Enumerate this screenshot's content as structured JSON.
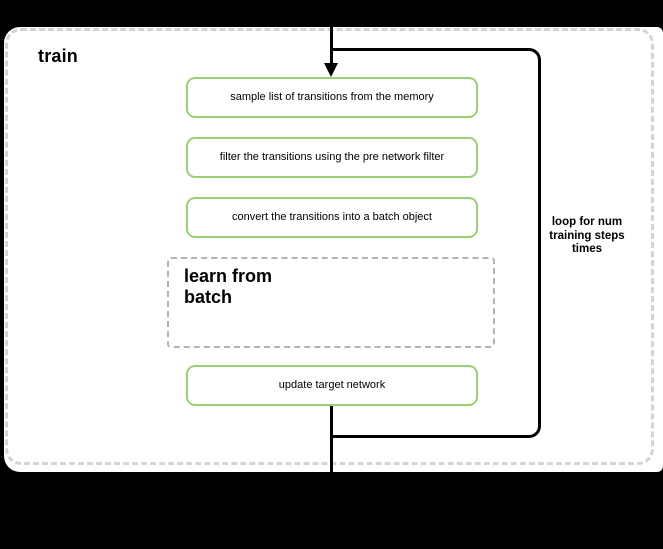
{
  "colors": {
    "bg": "#000000",
    "frame_border": "#d4d4d4",
    "subprocess_border": "#b3b3b3",
    "step_border": "#97d077",
    "stroke": "#000000"
  },
  "diagram": {
    "container": {
      "title": "train"
    },
    "steps": [
      {
        "label": "sample list of transitions from the memory"
      },
      {
        "label": "filter the transitions using the pre network filter"
      },
      {
        "label": "convert the transitions into a batch object"
      }
    ],
    "subprocess": {
      "lines": [
        "learn from",
        "batch"
      ]
    },
    "final_step": {
      "label": "update target network"
    },
    "loop": {
      "lines": [
        "loop for num",
        "training steps",
        "times"
      ]
    }
  }
}
